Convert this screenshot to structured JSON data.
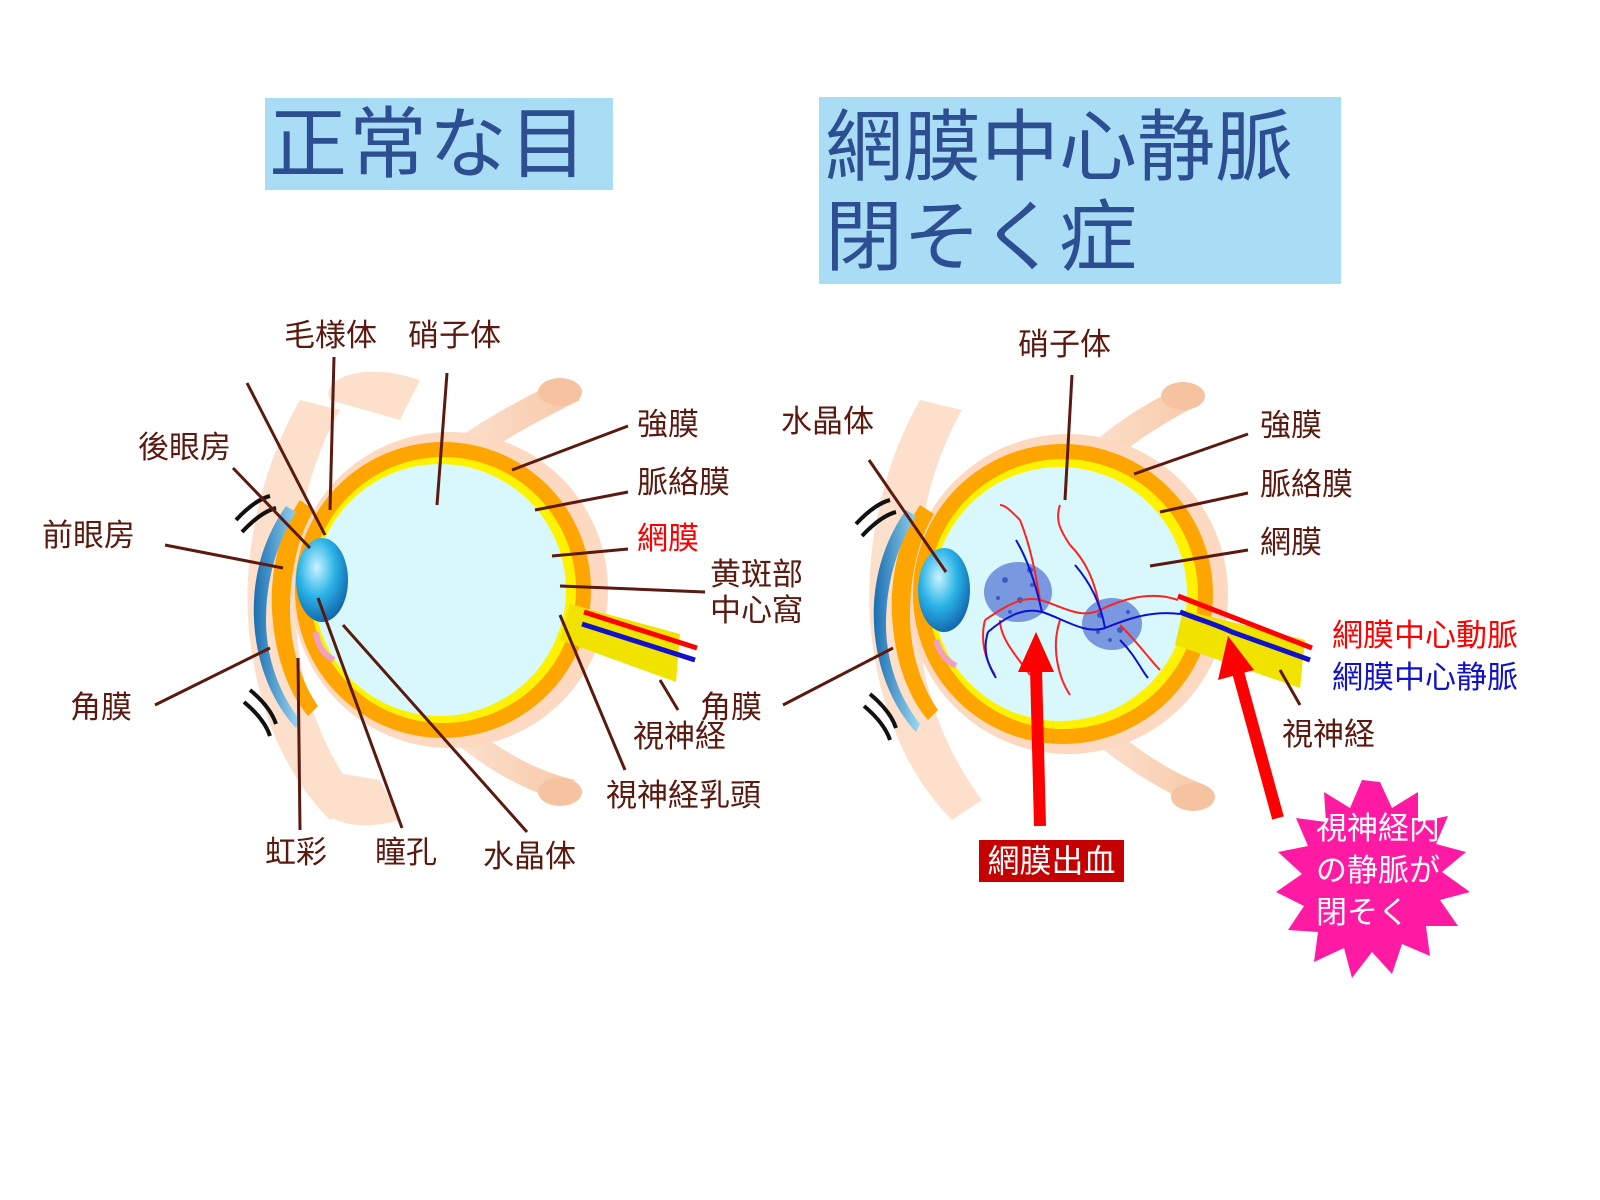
{
  "titles": {
    "left": "正常な目",
    "right_line1": "網膜中心静脈",
    "right_line2": "閉そく症"
  },
  "left_eye": {
    "labels": {
      "ciliary_body": "毛様体",
      "vitreous": "硝子体",
      "posterior_chamber": "後眼房",
      "anterior_chamber": "前眼房",
      "sclera": "強膜",
      "choroid": "脈絡膜",
      "retina": "網膜",
      "macula_line1": "黄斑部",
      "macula_line2": "中心窩",
      "cornea": "角膜",
      "optic_nerve": "視神経",
      "optic_disc": "視神経乳頭",
      "iris": "虹彩",
      "pupil": "瞳孔",
      "lens": "水晶体"
    }
  },
  "right_eye": {
    "labels": {
      "vitreous": "硝子体",
      "lens": "水晶体",
      "sclera": "強膜",
      "choroid": "脈絡膜",
      "retina": "網膜",
      "artery": "網膜中心動脈",
      "vein": "網膜中心静脈",
      "optic_nerve": "視神経",
      "cornea": "角膜",
      "hemorrhage": "網膜出血",
      "occlusion_line1": "視神経内",
      "occlusion_line2": "の静脈が",
      "occlusion_line3": "閉そく"
    }
  },
  "colors": {
    "title_bg": "#a9ddf6",
    "title_text": "#2d4e91",
    "label_text": "#5a1a10",
    "sclera": "#ffa500",
    "vitreous": "#d8f8fb",
    "muscle": "#fddcc6",
    "artery": "#ff0000",
    "vein": "#1111cc",
    "burst": "#ff1aa3"
  }
}
